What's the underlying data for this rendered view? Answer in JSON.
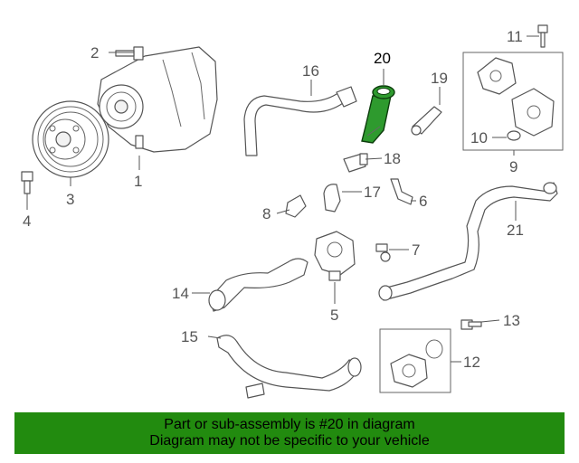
{
  "callouts": [
    {
      "id": "1",
      "label": "1"
    },
    {
      "id": "2",
      "label": "2"
    },
    {
      "id": "3",
      "label": "3"
    },
    {
      "id": "4",
      "label": "4"
    },
    {
      "id": "5",
      "label": "5"
    },
    {
      "id": "6",
      "label": "6"
    },
    {
      "id": "7",
      "label": "7"
    },
    {
      "id": "8",
      "label": "8"
    },
    {
      "id": "9",
      "label": "9"
    },
    {
      "id": "10",
      "label": "10"
    },
    {
      "id": "11",
      "label": "11"
    },
    {
      "id": "12",
      "label": "12"
    },
    {
      "id": "13",
      "label": "13"
    },
    {
      "id": "14",
      "label": "14"
    },
    {
      "id": "15",
      "label": "15"
    },
    {
      "id": "16",
      "label": "16"
    },
    {
      "id": "17",
      "label": "17"
    },
    {
      "id": "18",
      "label": "18"
    },
    {
      "id": "19",
      "label": "19"
    },
    {
      "id": "20",
      "label": "20"
    },
    {
      "id": "21",
      "label": "21"
    }
  ],
  "highlight": {
    "part": "20",
    "color": "#2e9a2e"
  },
  "banner": {
    "line1": "Part or sub-assembly is #20 in diagram",
    "line2": "Diagram may not be specific to your vehicle",
    "background": "#228b0f"
  }
}
